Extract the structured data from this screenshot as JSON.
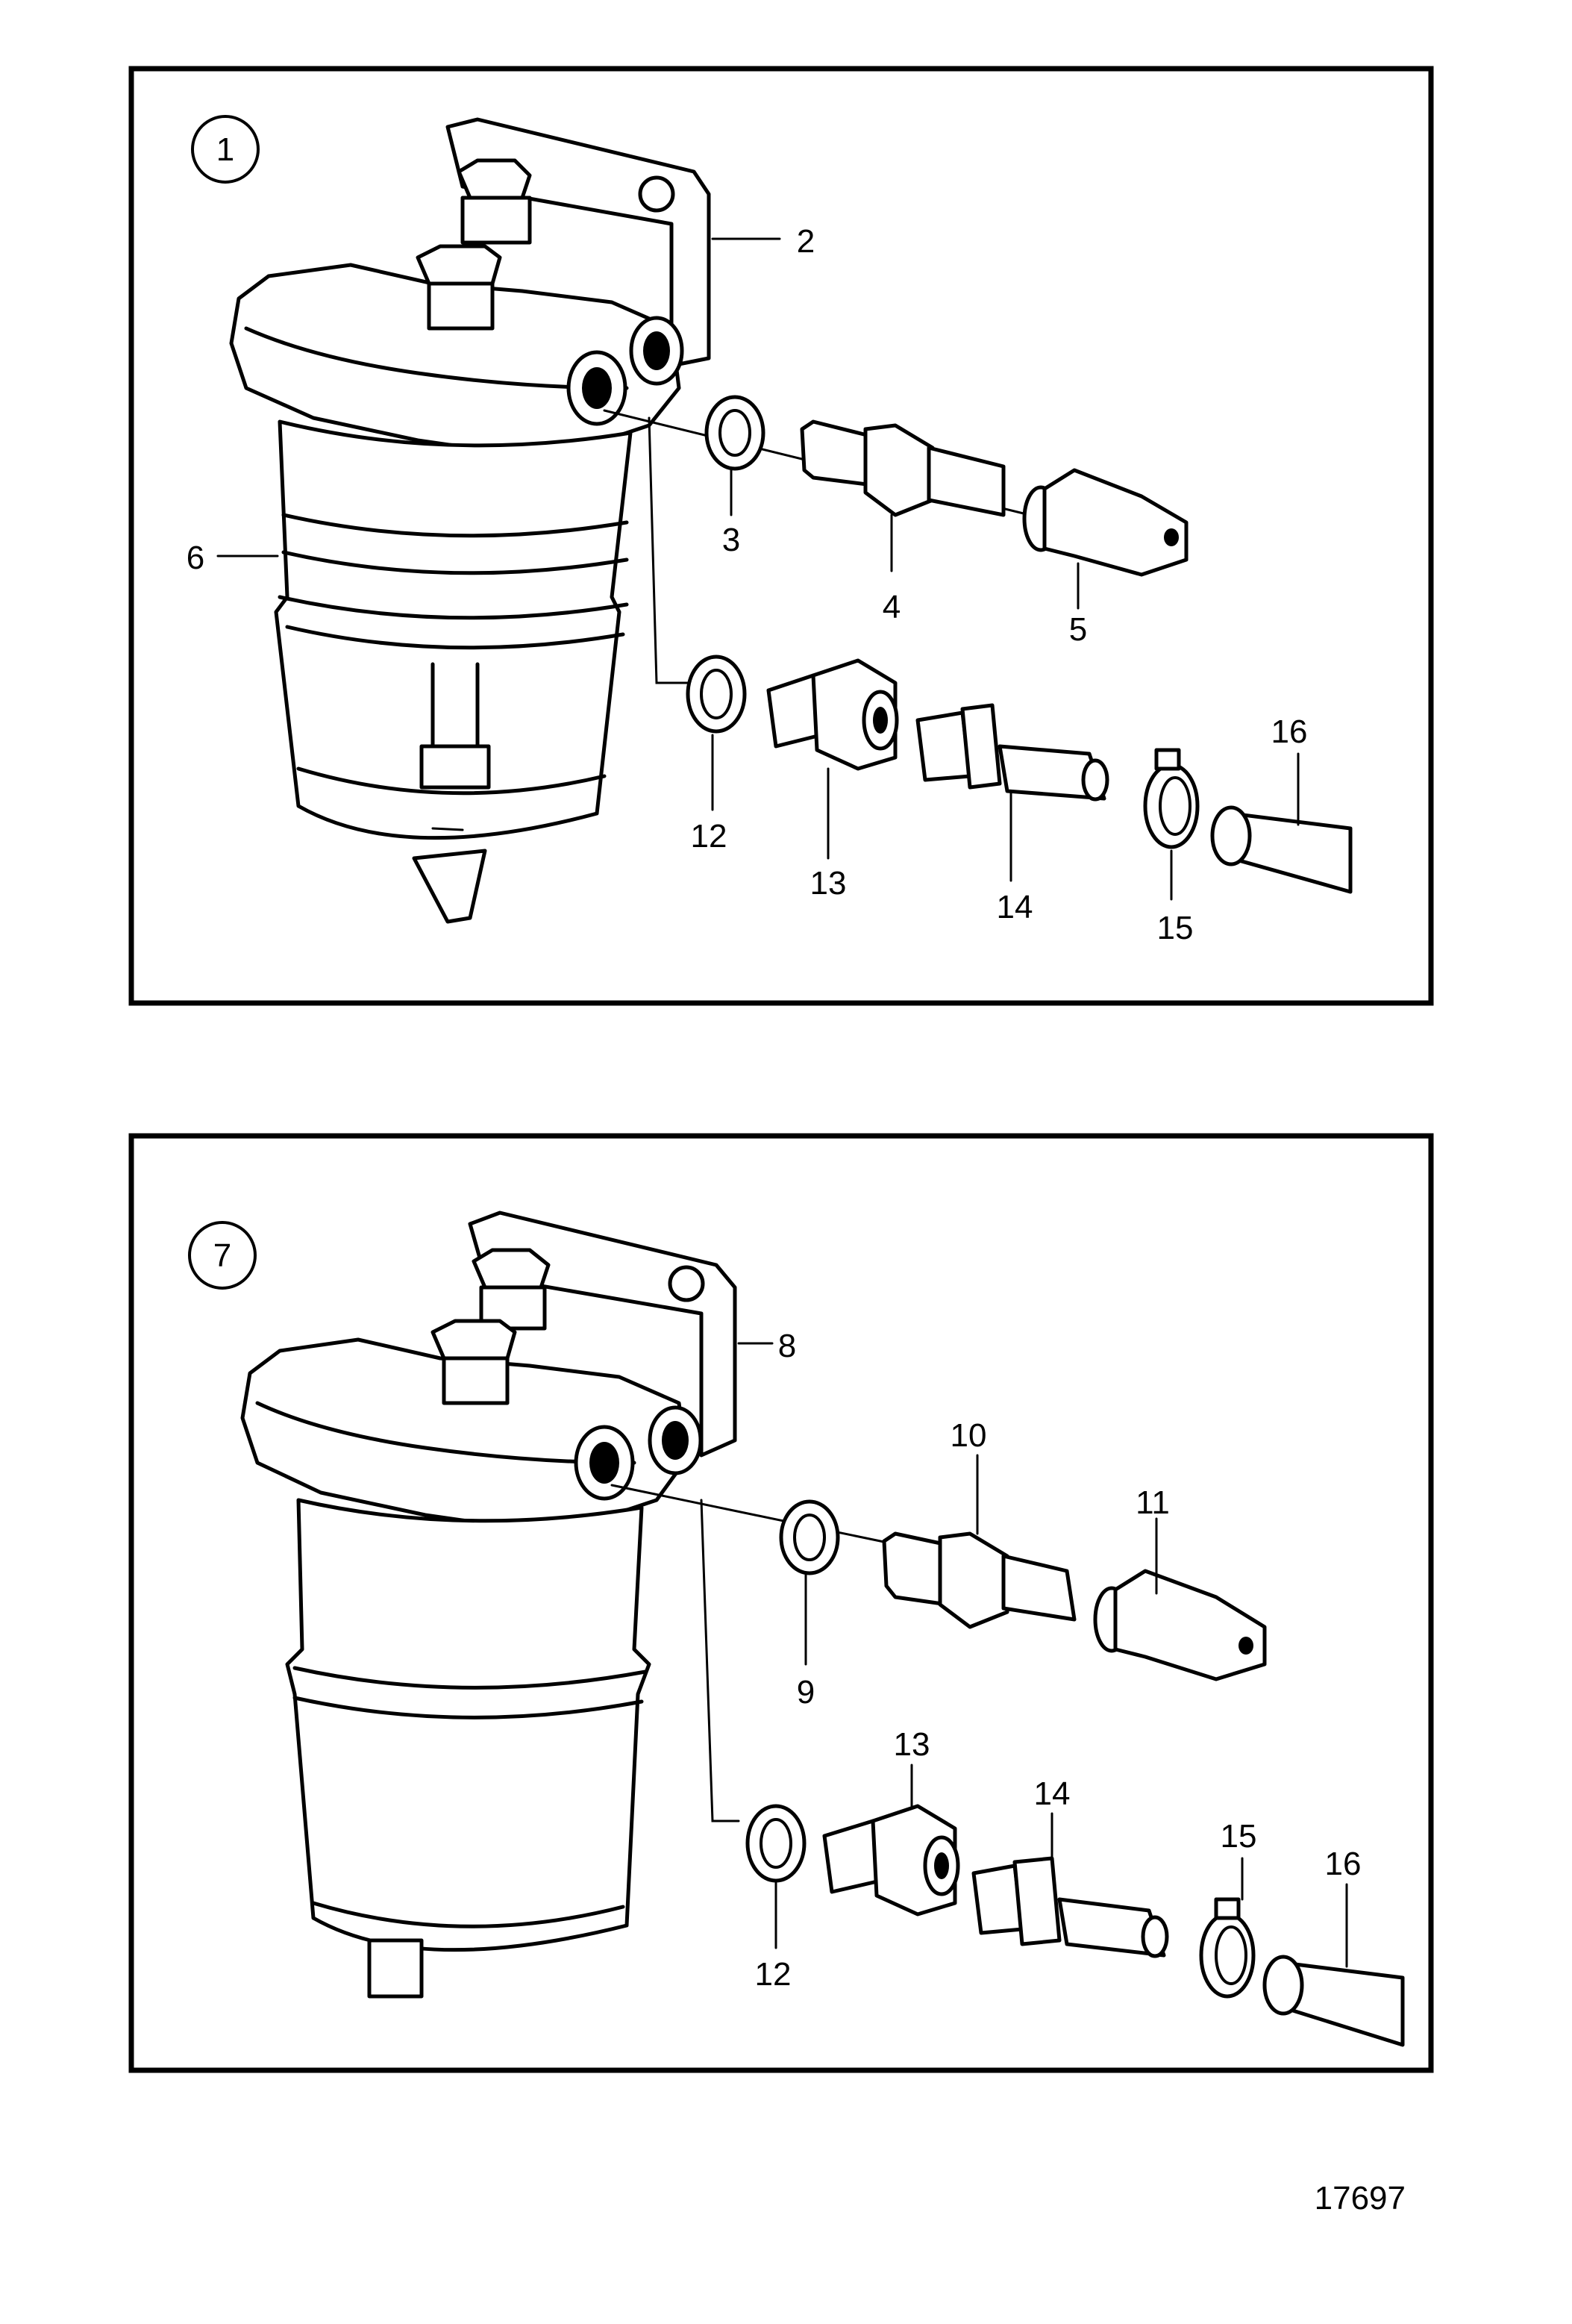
{
  "panel_top": {
    "circle_label": "1",
    "callouts": [
      "2",
      "3",
      "4",
      "5",
      "6",
      "12",
      "13",
      "14",
      "15",
      "16"
    ]
  },
  "panel_bottom": {
    "circle_label": "7",
    "callouts": [
      "8",
      "9",
      "10",
      "11",
      "12",
      "13",
      "14",
      "15",
      "16"
    ]
  },
  "figure_number": "17697"
}
